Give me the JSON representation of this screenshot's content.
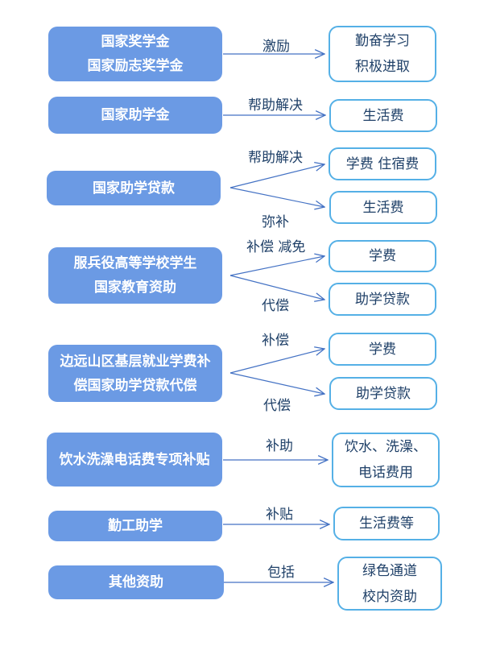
{
  "colors": {
    "background": "#ffffff",
    "left_box_fill": "#6b9ae4",
    "left_box_text": "#ffffff",
    "right_box_fill": "#ffffff",
    "right_box_border": "#55b0e6",
    "right_box_text": "#1f4068",
    "label_text": "#1f4068",
    "arrow": "#4472c4"
  },
  "rows": [
    {
      "source": {
        "line1": "国家奖学金",
        "line2": "国家励志奖学金"
      },
      "links": [
        {
          "label": "激励",
          "target": {
            "line1": "勤奋学习",
            "line2": "积极进取"
          }
        }
      ]
    },
    {
      "source": {
        "line1": "国家助学金"
      },
      "links": [
        {
          "label": "帮助解决",
          "target": {
            "line1": "生活费"
          }
        }
      ]
    },
    {
      "source": {
        "line1": "国家助学贷款"
      },
      "links": [
        {
          "label": "帮助解决",
          "target": {
            "line1": "学费 住宿费"
          }
        },
        {
          "label": "弥补",
          "target": {
            "line1": "生活费"
          }
        }
      ]
    },
    {
      "source": {
        "line1": "服兵役高等学校学生",
        "line2": "国家教育资助"
      },
      "links": [
        {
          "label": "补偿 减免",
          "target": {
            "line1": "学费"
          }
        },
        {
          "label": "代偿",
          "target": {
            "line1": "助学贷款"
          }
        }
      ]
    },
    {
      "source": {
        "line1": "边远山区基层就业学费补",
        "line2": "偿国家助学贷款代偿"
      },
      "links": [
        {
          "label": "补偿",
          "target": {
            "line1": "学费"
          }
        },
        {
          "label": "代偿",
          "target": {
            "line1": "助学贷款"
          }
        }
      ]
    },
    {
      "source": {
        "line1": "饮水洗澡电话费专项补贴"
      },
      "links": [
        {
          "label": "补助",
          "target": {
            "line1": "饮水、洗澡、",
            "line2": "电话费用"
          }
        }
      ]
    },
    {
      "source": {
        "line1": "勤工助学"
      },
      "links": [
        {
          "label": "补贴",
          "target": {
            "line1": "生活费等"
          }
        }
      ]
    },
    {
      "source": {
        "line1": "其他资助"
      },
      "links": [
        {
          "label": "包括",
          "target": {
            "line1": "绿色通道",
            "line2": "校内资助"
          }
        }
      ]
    }
  ]
}
